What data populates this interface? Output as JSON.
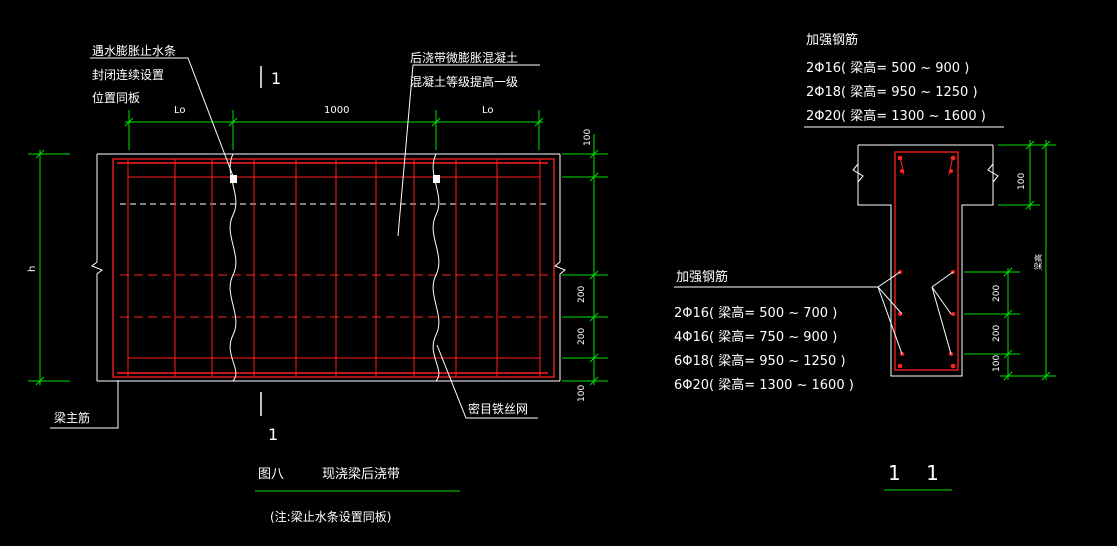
{
  "colors": {
    "background": "#000000",
    "outline": "#ffffff",
    "rebar": "#ff2020",
    "dimension": "#00e000",
    "text": "#ffffff"
  },
  "elevation": {
    "note_waterstop": [
      "遇水膨胀止水条",
      "封闭连续设置",
      "位置同板"
    ],
    "note_concrete": [
      "后浇带微膨胀混凝土",
      "混凝土等级提高一级"
    ],
    "note_mesh": "密目铁丝网",
    "note_main_bar": "梁主筋",
    "section_mark_top": "1",
    "section_mark_bottom": "1",
    "dim_lo_left": "Lo",
    "dim_width": "1000",
    "dim_lo_right": "Lo",
    "dim_height": "h",
    "dim_right": [
      "100",
      "200",
      "200",
      "100"
    ]
  },
  "caption": {
    "figure": "图八",
    "title": "现浇梁后浇带",
    "note": "(注:梁止水条设置同板)"
  },
  "section": {
    "title": "1    1",
    "top_heading": "加强钢筋",
    "top_list": [
      "2Φ16( 梁高= 500 ~ 900 )",
      "2Φ18( 梁高= 950 ~ 1250 )",
      "2Φ20( 梁高= 1300 ~ 1600 )"
    ],
    "side_heading": "加强钢筋",
    "side_list": [
      "2Φ16( 梁高= 500 ~ 700 )",
      "4Φ16( 梁高= 750 ~ 900 )",
      "6Φ18( 梁高= 950 ~ 1250 )",
      "6Φ20( 梁高= 1300 ~ 1600 )"
    ],
    "dim_flange": "100",
    "dim_total": "梁高",
    "dim_right": [
      "200",
      "200",
      "100"
    ]
  }
}
